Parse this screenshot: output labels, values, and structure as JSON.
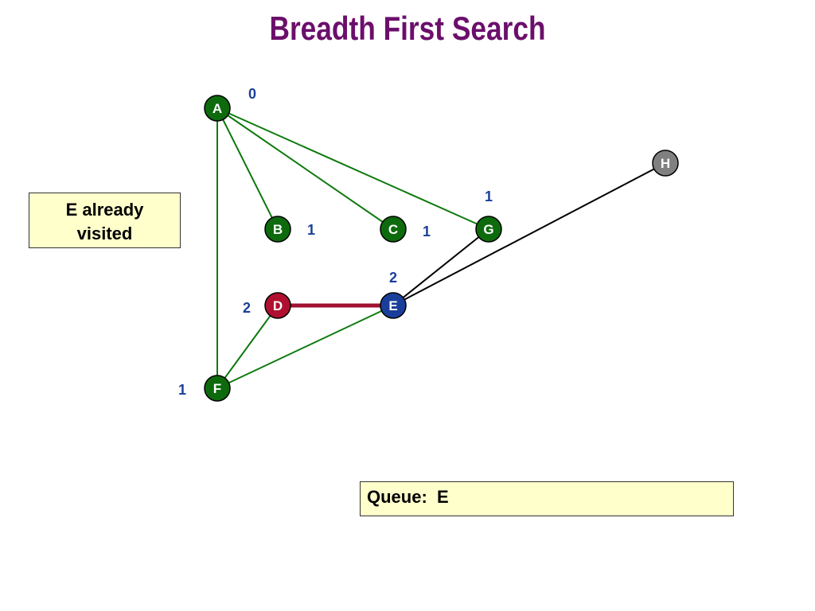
{
  "title": "Breadth First Search",
  "note": {
    "line1": "E already",
    "line2": "visited"
  },
  "queue": {
    "label": "Queue:",
    "contents": "E"
  },
  "colors": {
    "visited": "#0d6b0d",
    "current": "#b01030",
    "selected": "#1a3f9a",
    "unvisited": "#808080",
    "tree_edge": "#0d7a0d",
    "plain_edge": "#000000",
    "active_edge": "#a01030",
    "title": "#6b0f6b",
    "box_fill": "#ffffcc"
  },
  "nodes": [
    {
      "id": "A",
      "state": "visited",
      "distance": "0"
    },
    {
      "id": "B",
      "state": "visited",
      "distance": "1"
    },
    {
      "id": "C",
      "state": "visited",
      "distance": "1"
    },
    {
      "id": "G",
      "state": "visited",
      "distance": "1"
    },
    {
      "id": "H",
      "state": "unvisited",
      "distance": ""
    },
    {
      "id": "D",
      "state": "current",
      "distance": "2"
    },
    {
      "id": "E",
      "state": "selected",
      "distance": "2"
    },
    {
      "id": "F",
      "state": "visited",
      "distance": "1"
    }
  ],
  "edges": [
    {
      "from": "A",
      "to": "B",
      "kind": "tree"
    },
    {
      "from": "A",
      "to": "C",
      "kind": "tree"
    },
    {
      "from": "A",
      "to": "G",
      "kind": "tree"
    },
    {
      "from": "A",
      "to": "F",
      "kind": "tree"
    },
    {
      "from": "F",
      "to": "D",
      "kind": "tree"
    },
    {
      "from": "F",
      "to": "E",
      "kind": "tree"
    },
    {
      "from": "D",
      "to": "E",
      "kind": "active"
    },
    {
      "from": "G",
      "to": "E",
      "kind": "plain"
    },
    {
      "from": "E",
      "to": "H",
      "kind": "plain"
    }
  ]
}
